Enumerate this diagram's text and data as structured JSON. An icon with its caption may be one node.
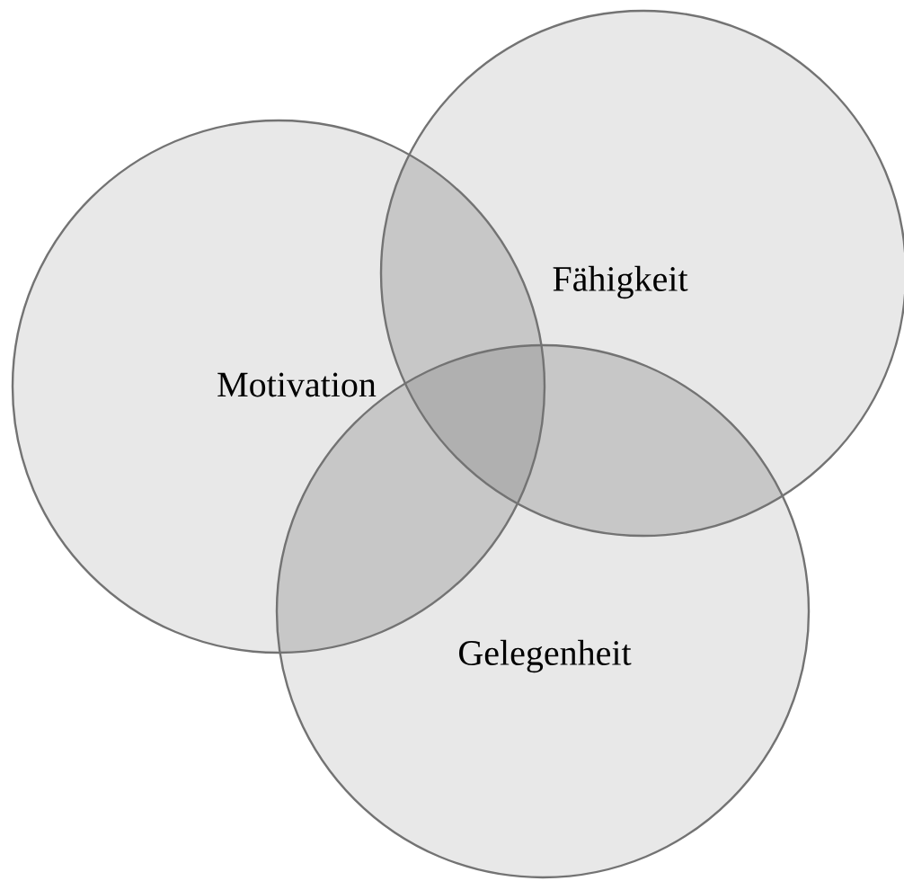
{
  "diagram": {
    "nodes": [
      {
        "text": [
          "Motivation"
        ]
      },
      {
        "text": [
          "Fähigkeit"
        ]
      },
      {
        "text": [
          "Gelegenheit"
        ]
      }
    ]
  }
}
